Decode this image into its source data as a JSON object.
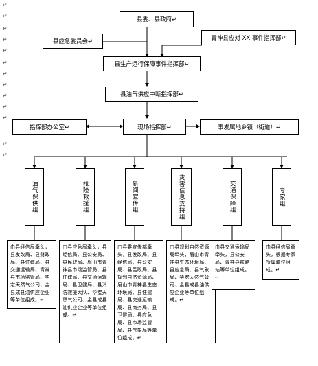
{
  "top": {
    "government": "县委、县政府↵",
    "emergency_committee": "县应急委员会↵",
    "xx_command": "青神县应对 XX 事件指挥部↵",
    "production_command": "县生产运行保障事件指挥部↵",
    "gas_interrupt_command": "县油气供应中断指挥部↵"
  },
  "middle": {
    "command_office": "指挥部办公室↵",
    "onsite_command": "现场指挥部↵",
    "incident_town": "事发属地乡镇（街道）↵"
  },
  "groups": [
    {
      "label": "油气保供组",
      "desc": "由县经信局牵头，县发改局、县财政局、县住建局、县交通运输局、青神县市场监管局、华宏天然气公司、金县成县油供应企业等单位组成。↵"
    },
    {
      "label": "抢险救援组",
      "desc": "由县应急局牵头，县经信局、县公安局、县民政局、眉山市青神县市场监管局、县住建局、县交通运输局、县卫健局、县消防救援大队、华宏天然气公司、金县成县油供应企业等单位组成。↵"
    },
    {
      "label": "新闻宣传组",
      "desc": "由县委宣传部牵头，县发改局、县经信局、县公安局、县民政局、县规划自然资源局、眉山市青神县生态环境局、县住建局、县交通运输局、县商务局、县卫健局、县应急局、县市场监管局、县气象局等单位组成。↵"
    },
    {
      "label": "灾害信息支持组",
      "desc": "由县规划自然资源局牵头，眉山市青神县生态环境局、县应急局、县气象局、华宏天然气公司、金县成县油供应企业等单位组成。↵"
    },
    {
      "label": "交通保障组",
      "desc": "由县交通运输局牵头，县公安局、青神县铁路站等单位组成。↵"
    },
    {
      "label": "专家组",
      "desc": "由县经信局牵头，根据专家所属单位组成。↵"
    }
  ],
  "margin_mark": "↵"
}
